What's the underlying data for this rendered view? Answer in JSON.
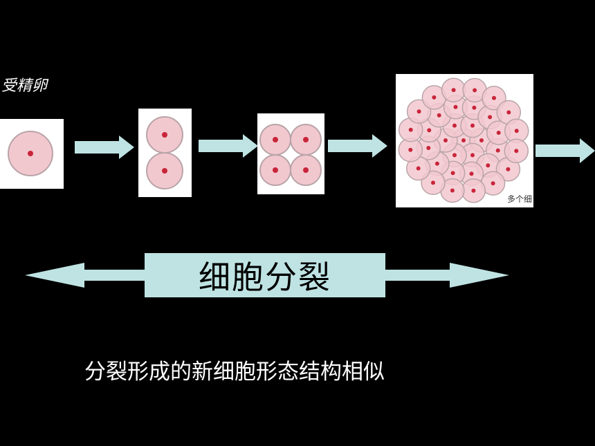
{
  "labels": {
    "zygote": "受精卵",
    "division": "细胞分裂",
    "caption": "分裂形成的新细胞形态结构相似",
    "many_cells": "多个细"
  },
  "colors": {
    "background": "#000000",
    "arrow": "#bfe3e3",
    "cell_fill": "#f2c8cf",
    "cell_edge": "#b9a4a8",
    "nucleus": "#c8253a",
    "panel": "#ffffff"
  },
  "stages": [
    {
      "cells": 1
    },
    {
      "cells": 2
    },
    {
      "cells": 4
    },
    {
      "cells": 32
    }
  ]
}
